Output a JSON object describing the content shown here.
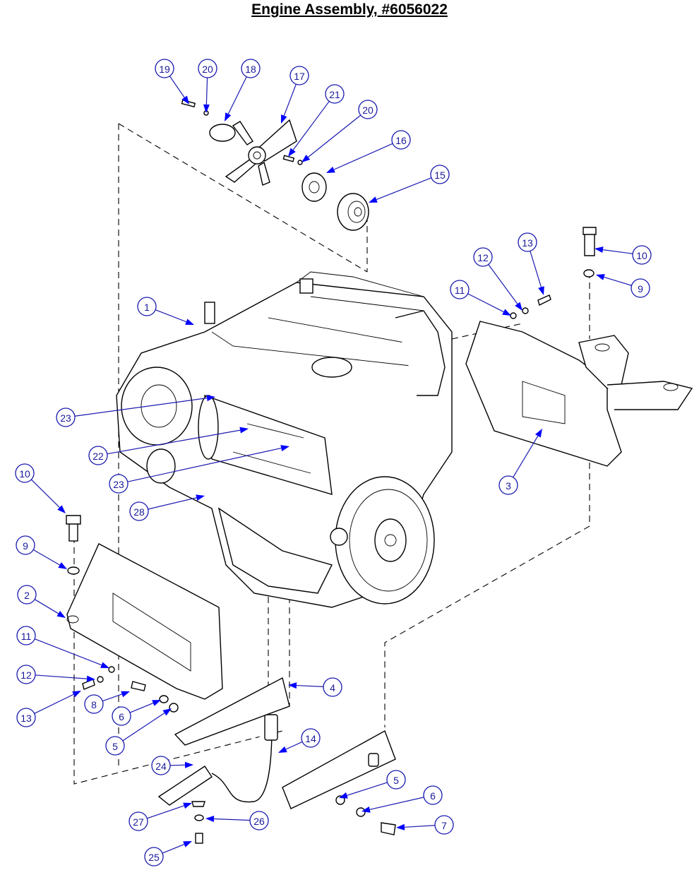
{
  "title": "Engine Assembly, #6056022",
  "balloons": [
    {
      "label": "19"
    },
    {
      "label": "20"
    },
    {
      "label": "18"
    },
    {
      "label": "17"
    },
    {
      "label": "21"
    },
    {
      "label": "20"
    },
    {
      "label": "16"
    },
    {
      "label": "15"
    },
    {
      "label": "13"
    },
    {
      "label": "12"
    },
    {
      "label": "10"
    },
    {
      "label": "11"
    },
    {
      "label": "9"
    },
    {
      "label": "1"
    },
    {
      "label": "3"
    },
    {
      "label": "23"
    },
    {
      "label": "22"
    },
    {
      "label": "23"
    },
    {
      "label": "28"
    },
    {
      "label": "10"
    },
    {
      "label": "9"
    },
    {
      "label": "2"
    },
    {
      "label": "11"
    },
    {
      "label": "12"
    },
    {
      "label": "13"
    },
    {
      "label": "8"
    },
    {
      "label": "6"
    },
    {
      "label": "5"
    },
    {
      "label": "4"
    },
    {
      "label": "14"
    },
    {
      "label": "24"
    },
    {
      "label": "5"
    },
    {
      "label": "6"
    },
    {
      "label": "27"
    },
    {
      "label": "26"
    },
    {
      "label": "7"
    },
    {
      "label": "25"
    }
  ]
}
